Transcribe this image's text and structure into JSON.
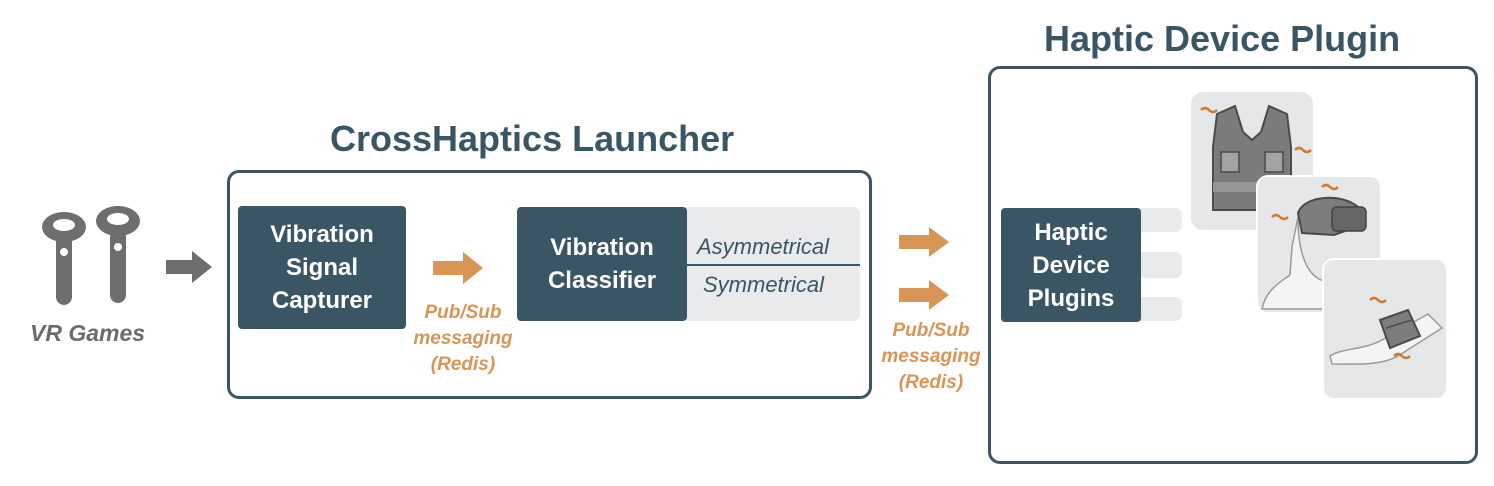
{
  "vr": {
    "label": "VR Games",
    "icon": "vr-controllers-icon"
  },
  "launcher": {
    "title": "CrossHaptics Launcher",
    "capturer": {
      "lines": [
        "Vibration",
        "Signal",
        "Capturer"
      ]
    },
    "messaging": {
      "lines": [
        "Pub/Sub",
        "messaging",
        "(Redis)"
      ]
    },
    "classifier": {
      "lines": [
        "Vibration",
        "Classifier"
      ],
      "outputs": [
        "Asymmetrical",
        "Symmetrical"
      ]
    }
  },
  "messaging_out": {
    "lines": [
      "Pub/Sub",
      "messaging",
      "(Redis)"
    ]
  },
  "plugin": {
    "title": "Haptic Device Plugin",
    "box": {
      "lines": [
        "Haptic",
        "Device",
        "Plugins"
      ]
    },
    "devices": [
      "vest-icon",
      "headset-icon",
      "arm-sleeve-icon"
    ]
  },
  "colors": {
    "primary": "#3a5664",
    "accent": "#d99556",
    "gray": "#6b6b6b",
    "card": "#e6e7e8"
  }
}
